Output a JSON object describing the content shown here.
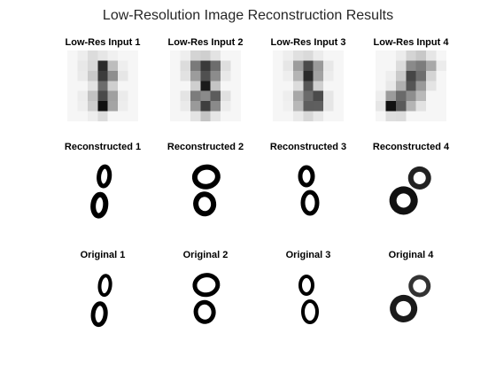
{
  "figure": {
    "title": "Low-Resolution Image Reconstruction Results"
  },
  "rows": [
    {
      "kind": "low_res",
      "titles": [
        "Low-Res Input 1",
        "Low-Res Input 2",
        "Low-Res Input 3",
        "Low-Res Input 4"
      ]
    },
    {
      "kind": "reconstructed",
      "titles": [
        "Reconstructed 1",
        "Reconstructed 2",
        "Reconstructed 3",
        "Reconstructed 4"
      ]
    },
    {
      "kind": "original",
      "titles": [
        "Original 1",
        "Original 2",
        "Original 3",
        "Original 4"
      ]
    }
  ],
  "colormap": "gray",
  "image_content": "handwritten digit 8"
}
